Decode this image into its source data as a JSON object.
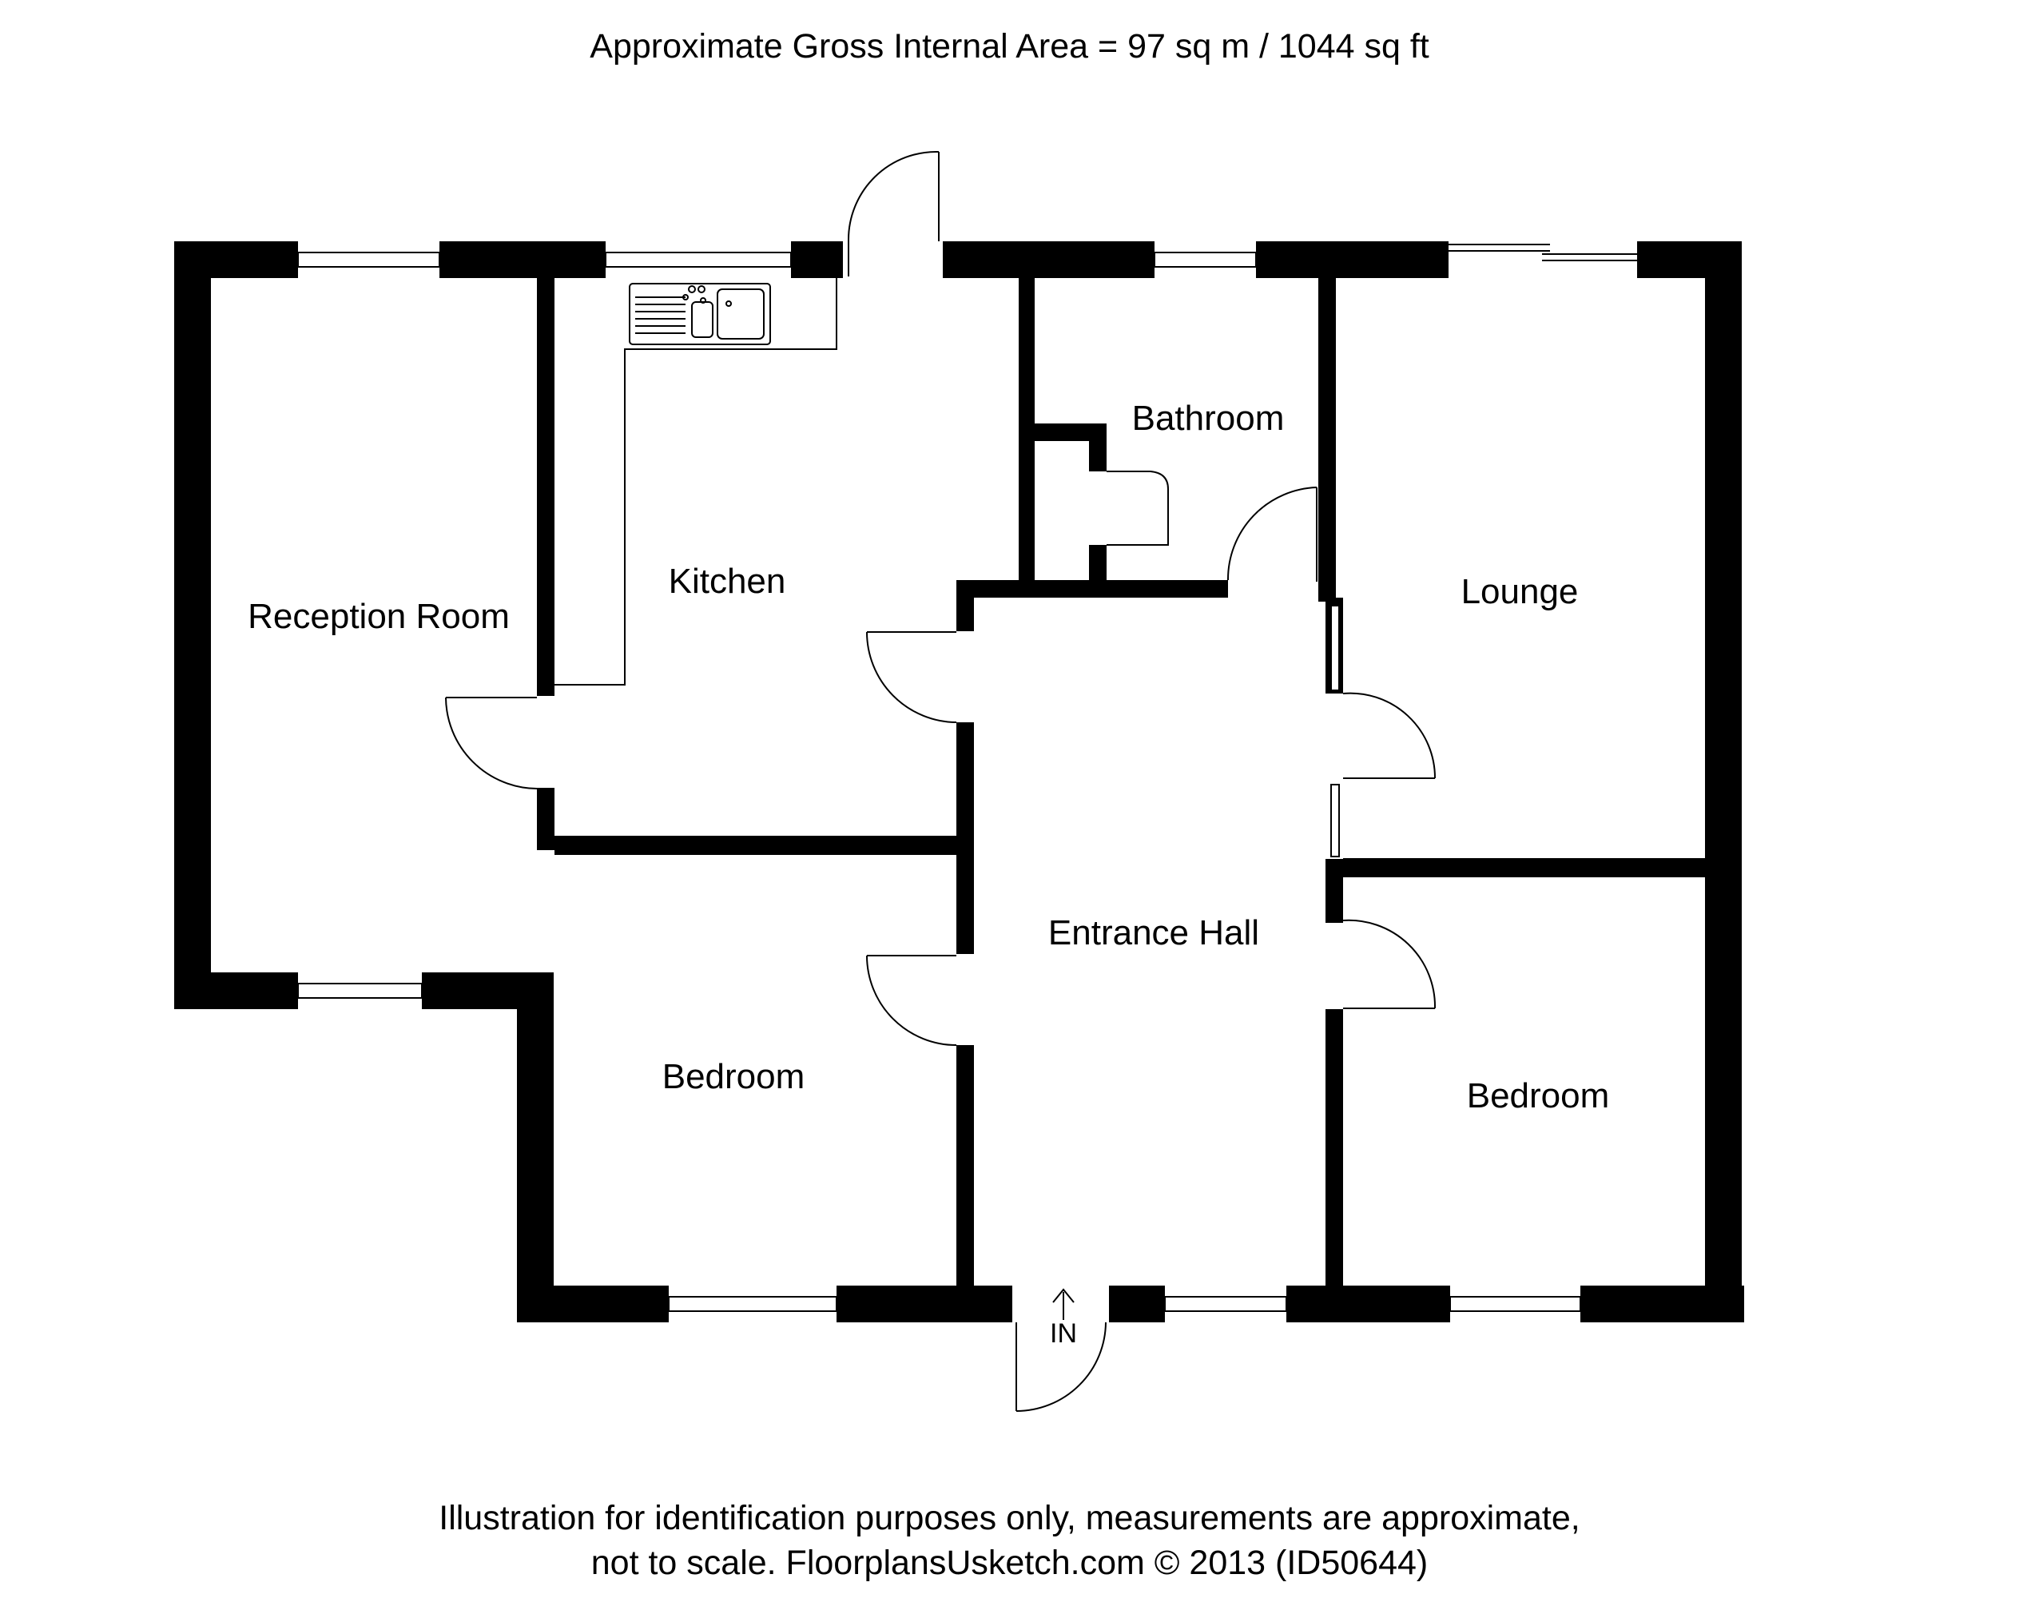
{
  "header": {
    "area_text": "Approximate Gross Internal Area  = 97 sq m / 1044 sq ft"
  },
  "rooms": {
    "reception": "Reception Room",
    "kitchen": "Kitchen",
    "bathroom": "Bathroom",
    "lounge": "Lounge",
    "entrance_hall": "Entrance Hall",
    "bedroom_left": "Bedroom",
    "bedroom_right": "Bedroom"
  },
  "entrance": {
    "label": "IN"
  },
  "footer": {
    "line1": "Illustration for identification purposes only, measurements are approximate,",
    "line2": "not to scale. FloorplansUsketch.com © 2013 (ID50644)"
  },
  "colors": {
    "wall": "#000000",
    "background": "#ffffff",
    "line": "#000000"
  }
}
